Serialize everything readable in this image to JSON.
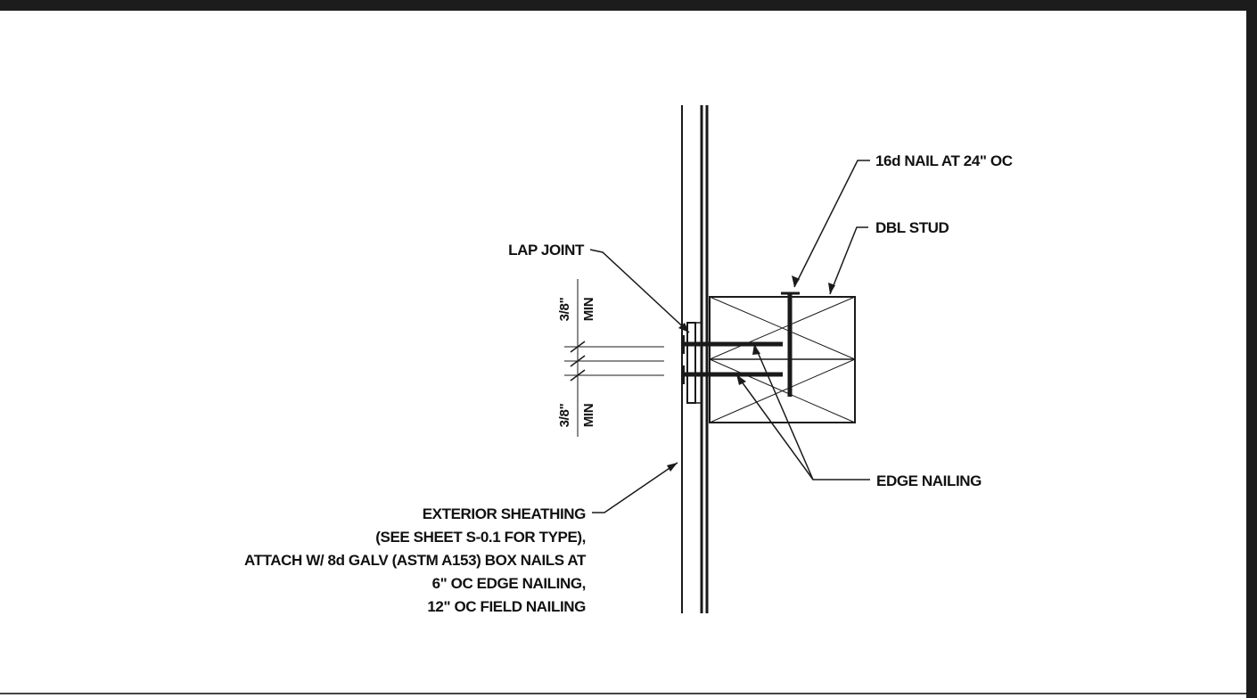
{
  "labels": {
    "nail_16d": "16d NAIL AT 24\" OC",
    "dbl_stud": "DBL STUD",
    "lap_joint": "LAP JOINT",
    "edge_nailing": "EDGE NAILING",
    "sheathing_note": [
      "EXTERIOR SHEATHING",
      "(SEE SHEET S-0.1 FOR TYPE),",
      "ATTACH W/ 8d GALV (ASTM A153) BOX NAILS AT",
      "6\" OC EDGE NAILING,",
      "12\" OC FIELD NAILING"
    ]
  },
  "dimensions": {
    "top": {
      "value": "3/8\"",
      "qualifier": "MIN"
    },
    "bottom": {
      "value": "3/8\"",
      "qualifier": "MIN"
    }
  }
}
